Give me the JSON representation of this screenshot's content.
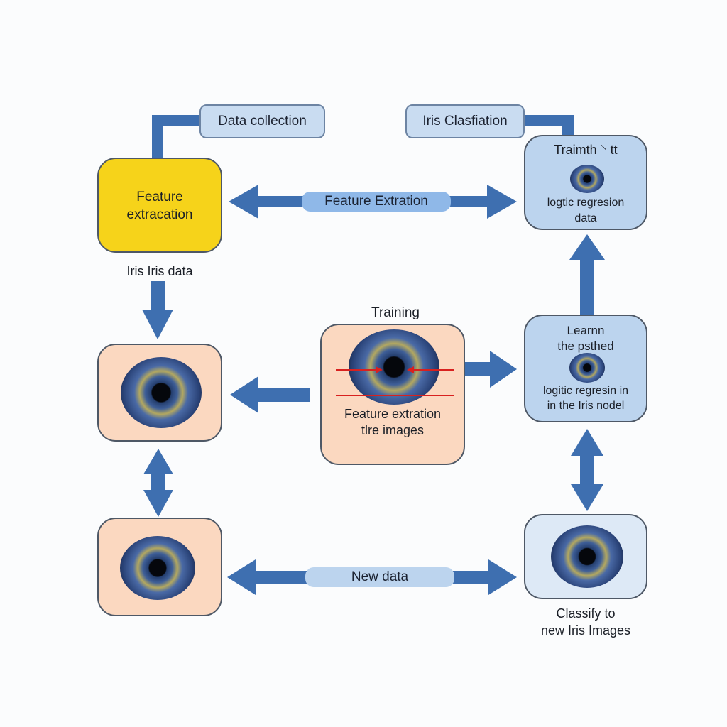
{
  "labels": {
    "data_collection": "Data collection",
    "iris_classification": "Iris Clasfiation",
    "feature_extraction_bar": "Feature Extration",
    "new_data_bar": "New data"
  },
  "nodes": {
    "feature_extraction_box": [
      "Feature",
      "extracation"
    ],
    "iris_data_caption": "Iris Iris data",
    "training_title": "Training",
    "training_box": [
      "Feature extration",
      "tlre images"
    ],
    "train_box_title": "Traimth ⸌ tt",
    "train_box_body": [
      "logtic regresion",
      "data"
    ],
    "learn_box_top": [
      "Learnn",
      "the psthed"
    ],
    "learn_box_bottom": [
      "logitic regresin in",
      "in the Iris nodel"
    ],
    "classify_caption": [
      "Classify to",
      "new Iris Images"
    ]
  },
  "colors": {
    "arrow": "#3e6fb0",
    "yellow": "#f6d31a",
    "peach": "#fbd8c0",
    "blue": "#bcd4ee",
    "accent_red": "#d8211f"
  }
}
